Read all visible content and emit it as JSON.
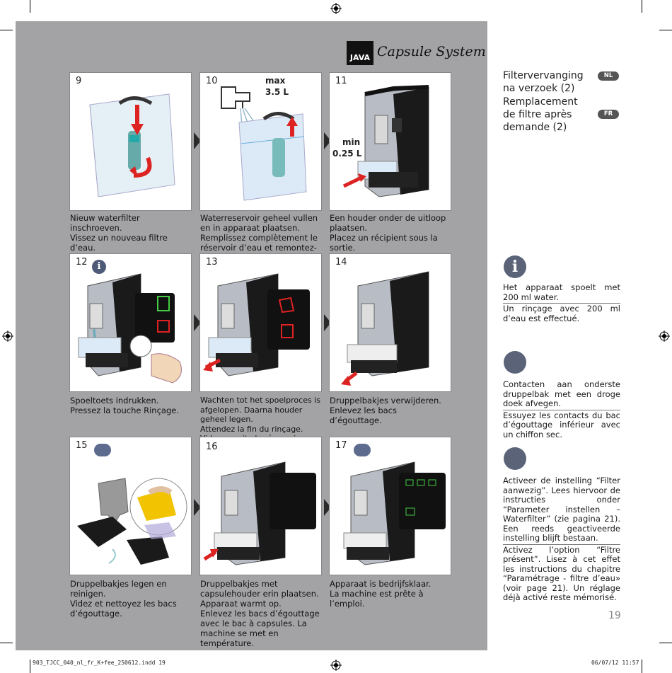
{
  "brand": {
    "logo_text": "JAVA",
    "script_text": "Capsule System"
  },
  "panels": [
    {
      "num": "9"
    },
    {
      "num": "10",
      "max": "max",
      "max_vol": "3.5 L"
    },
    {
      "num": "11",
      "min": "min",
      "min_vol": "0.25 L"
    },
    {
      "num": "12"
    },
    {
      "num": "13"
    },
    {
      "num": "14"
    },
    {
      "num": "15"
    },
    {
      "num": "16"
    },
    {
      "num": "17"
    }
  ],
  "captions": [
    {
      "nl": "Nieuw waterfilter inschroeven.",
      "fr": "Vissez un nouveau filtre d’eau."
    },
    {
      "nl": "Waterreservoir geheel vullen en in apparaat plaatsen.",
      "fr": "Remplissez complètement le réservoir d’eau et remontez-le."
    },
    {
      "nl": "Een houder onder de uitloop plaatsen.",
      "fr": "Placez un récipient sous la sortie."
    },
    {
      "nl": "Spoeltoets indrukken.",
      "fr": "Pressez la touche Rinçage."
    },
    {
      "nl": "Wachten tot het spoelproces is afgelopen. Daarna houder geheel legen.",
      "fr": "Attendez la fin du rinçage. Videz ensuite le réservoir."
    },
    {
      "nl": "Druppelbakjes verwijderen.",
      "fr": "Enlevez les bacs d’égouttage."
    },
    {
      "nl": "Druppelbakjes legen en reinigen.",
      "fr": "Videz et nettoyez les bacs d’égouttage."
    },
    {
      "nl": "Druppelbakjes met capsulehouder erin plaatsen. Apparaat warmt op.",
      "fr": "Enlevez les bacs d’égouttage avec le bac à capsules. La machine se met en température."
    },
    {
      "nl": "Apparaat is bedrijfsklaar.",
      "fr": "La machine est prête à l’emploi."
    }
  ],
  "sidebar": {
    "title_nl": "Filtervervanging na verzoek (2)",
    "title_fr": "Remplacement de filtre après demande (2)",
    "badge_nl": "NL",
    "badge_fr": "FR",
    "note1_nl": "Het apparaat spoelt met 200 ml water.",
    "note1_fr": "Un rinçage avec 200 ml d’eau est effectué.",
    "note2_nl": "Contacten aan onderste druppelbak met een droge doek afvegen.",
    "note2_fr": "Essuyez les contacts du bac d’égouttage inférieur avec un chiffon sec.",
    "note3_nl": "Activeer de instelling “Filter aanwezig”. Lees hiervoor de instructies onder “Parameter instellen – Waterfilter” (zie pagina 21). Een reeds geactiveerde instelling blijft bestaan.",
    "note3_fr": "Activez l’option “Filtre présent”. Lisez à cet effet les instructions du chapitre “Paramétrage - filtre d’eau» (voir page 21). Un réglage déjà activé reste mémorisé.",
    "page_number": "19"
  },
  "footer": {
    "file": "903_TJCC_040_nl_fr_K+fee_250612.indd   19",
    "date": "06/07/12   11:57"
  }
}
